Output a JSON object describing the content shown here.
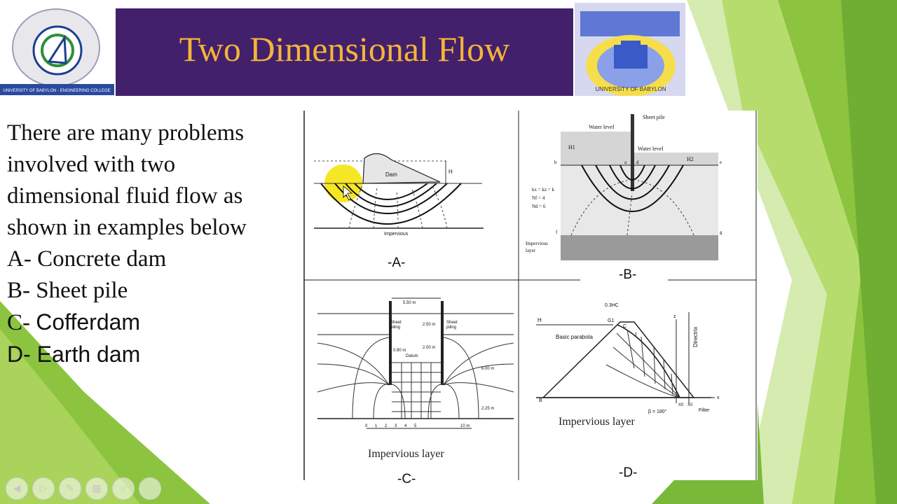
{
  "slide": {
    "title": "Two Dimensional Flow",
    "body_lines": [
      "There are many problems",
      "involved with two",
      "dimensional fluid flow as",
      "shown in examples below",
      "A- Concrete dam",
      "B- Sheet pile"
    ],
    "item_c_prefix": "C-",
    "item_c_text": "Cofferdam",
    "item_d_text": "D- Earth dam"
  },
  "logos": {
    "left_caption": "UNIVERSITY OF BABYLON - ENGINEERING COLLEGE",
    "right_caption": "UNIVERSITY OF BABYLON"
  },
  "figures": {
    "a": {
      "label": "-A-",
      "dam": "Dam",
      "h": "H",
      "impervious": "Impervious"
    },
    "b": {
      "label": "-B-",
      "sheet_pile": "Sheet pile",
      "water_level_1": "Water level",
      "water_level_2": "Water level",
      "h1": "H1",
      "h2": "H2",
      "kx": "kx = kz = k",
      "nf": "Nf = 4",
      "nd": "Nd = 6",
      "impervious_1": "Impervious",
      "impervious_2": "layer",
      "a": "a",
      "b": "b",
      "d": "d",
      "e": "e",
      "f": "f",
      "g": "g"
    },
    "c": {
      "label": "-C-",
      "width": "5.50 m",
      "sheet_left": "Sheet",
      "sheet_left_2": "piling",
      "sheet_right": "Sheet",
      "sheet_right_2": "piling",
      "d1": "2.50 m",
      "d2": "2.00 m",
      "d3": "0.90 m",
      "datum": "Datum",
      "d4": "6.00 m",
      "d5": "2.25 m",
      "scale": [
        "0",
        "1",
        "2",
        "3",
        "4",
        "5",
        "10 m"
      ],
      "impervious": "Impervious layer"
    },
    "d": {
      "label": "-D-",
      "dim": "0.3HC",
      "h": "H",
      "g1": "G1",
      "c": "C",
      "j": "J",
      "z": "z",
      "b": "B",
      "x": "x",
      "parabola": "Basic parabola",
      "directrix": "Directrix",
      "beta": "β = 180°",
      "filter": "Filter",
      "x0": "X0",
      "x0b": "X0",
      "impervious": "Impervious layer"
    }
  },
  "colors": {
    "header_bg": "#43206b",
    "title": "#f4b43a",
    "green_light": "#b7dc6e",
    "green_mid": "#8cc43f",
    "green_dark": "#5f9e2a",
    "highlight": "#f5e300"
  },
  "nav": {
    "icons": [
      "prev-icon",
      "next-icon",
      "pen-icon",
      "slides-icon",
      "zoom-icon",
      "more-icon"
    ],
    "glyphs": [
      "◀",
      "▷",
      "✎",
      "▦",
      "⌕",
      "···"
    ]
  }
}
